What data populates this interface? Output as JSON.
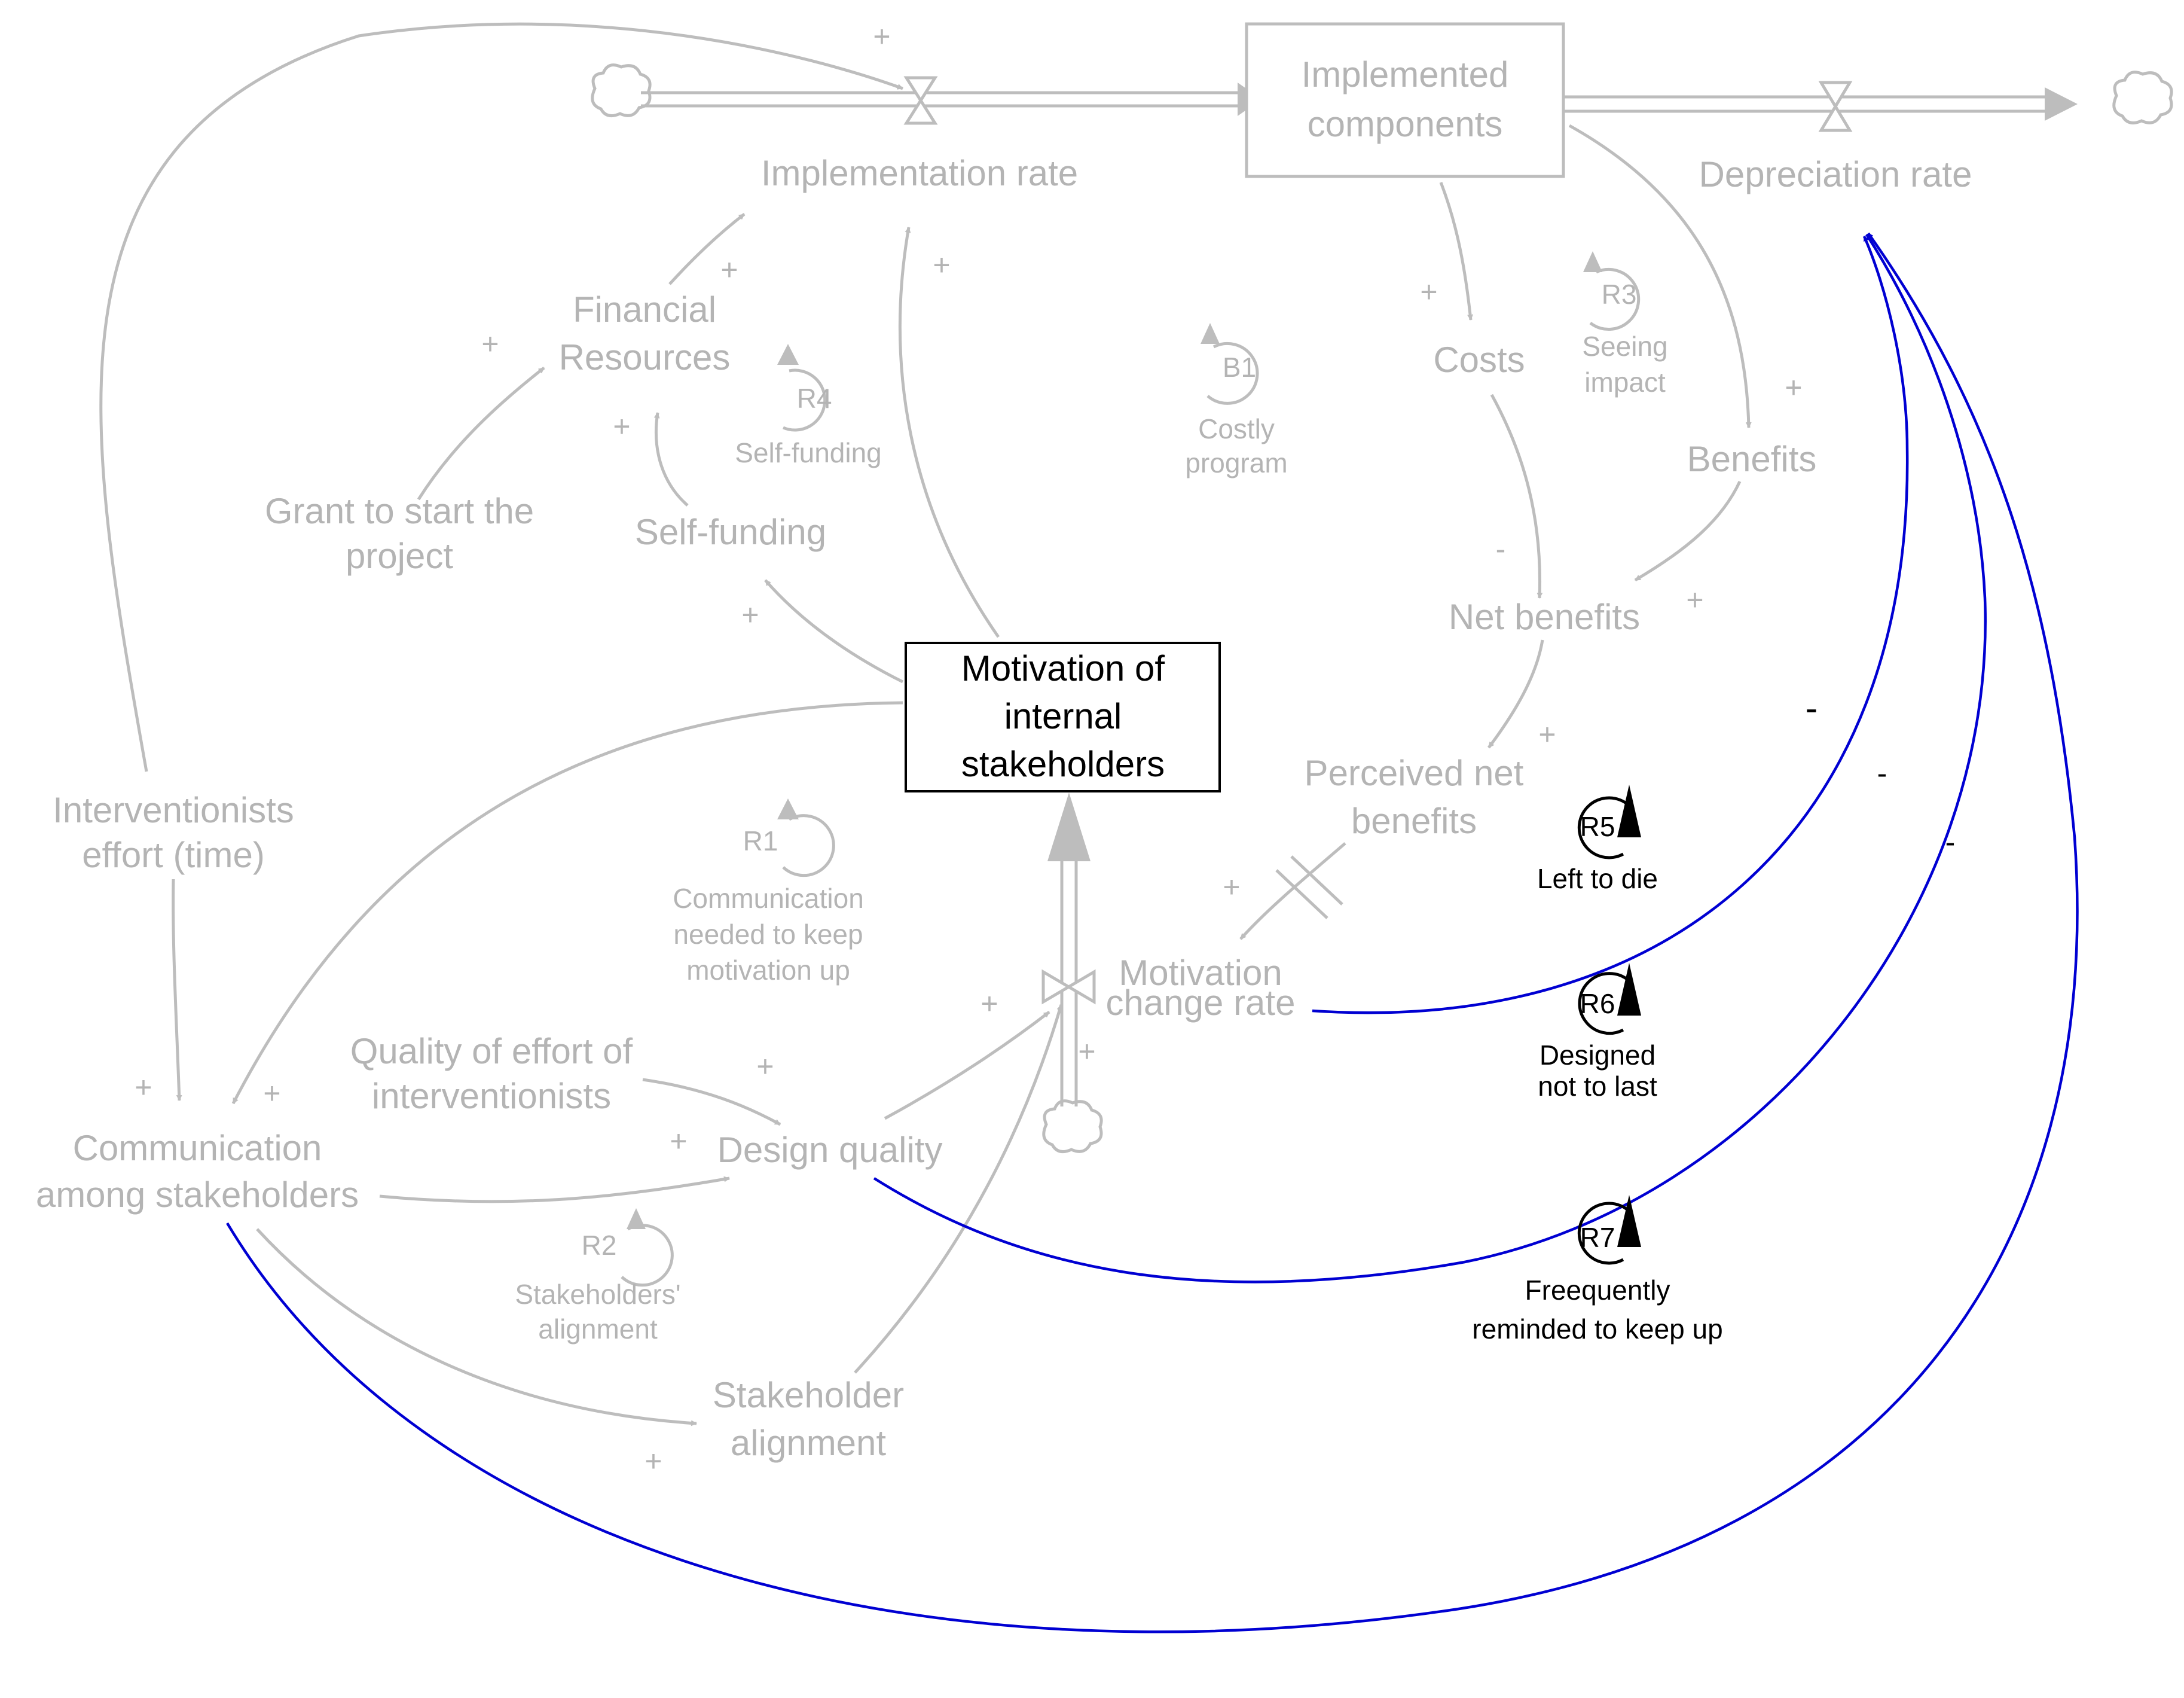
{
  "stocks": {
    "implemented_components": [
      "Implemented",
      "components"
    ],
    "motivation": [
      "Motivation of",
      "internal",
      "stakeholders"
    ]
  },
  "variables": {
    "implementation_rate": "Implementation rate",
    "depreciation_rate": "Depreciation rate",
    "financial_resources": [
      "Financial",
      "Resources"
    ],
    "self_funding": "Self-funding",
    "grant": [
      "Grant to start the",
      "project"
    ],
    "costs": "Costs",
    "benefits": "Benefits",
    "net_benefits": "Net benefits",
    "perceived_net_benefits": [
      "Perceived net",
      "benefits"
    ],
    "motivation_change_rate": [
      "Motivation",
      "change rate"
    ],
    "interventionists_effort": [
      "Interventionists",
      "effort (time)"
    ],
    "communication": [
      "Communication",
      "among stakeholders"
    ],
    "quality_of_effort": [
      "Quality of effort of",
      "interventionists"
    ],
    "design_quality": "Design quality",
    "stakeholder_alignment": [
      "Stakeholder",
      "alignment"
    ]
  },
  "loops": {
    "r1": {
      "id": "R1",
      "name": [
        "Communication",
        "needed to keep",
        "motivation up"
      ]
    },
    "r2": {
      "id": "R2",
      "name": [
        "Stakeholders'",
        "alignment"
      ]
    },
    "r3": {
      "id": "R3",
      "name": [
        "Seeing",
        "impact"
      ]
    },
    "r4": {
      "id": "R4",
      "name": [
        "Self-funding"
      ]
    },
    "b1": {
      "id": "B1",
      "name": [
        "Costly",
        "program"
      ]
    },
    "r5": {
      "id": "R5",
      "name": [
        "Left to die"
      ]
    },
    "r6": {
      "id": "R6",
      "name": [
        "Designed",
        "not to last"
      ]
    },
    "r7": {
      "id": "R7",
      "name": [
        "Freequently",
        "reminded to keep up"
      ]
    }
  },
  "polarity": {
    "positive": "+",
    "negative": "-"
  },
  "colors": {
    "faded": "#b4b4b4",
    "highlight_link": "#0000d2",
    "focus": "#000000"
  }
}
